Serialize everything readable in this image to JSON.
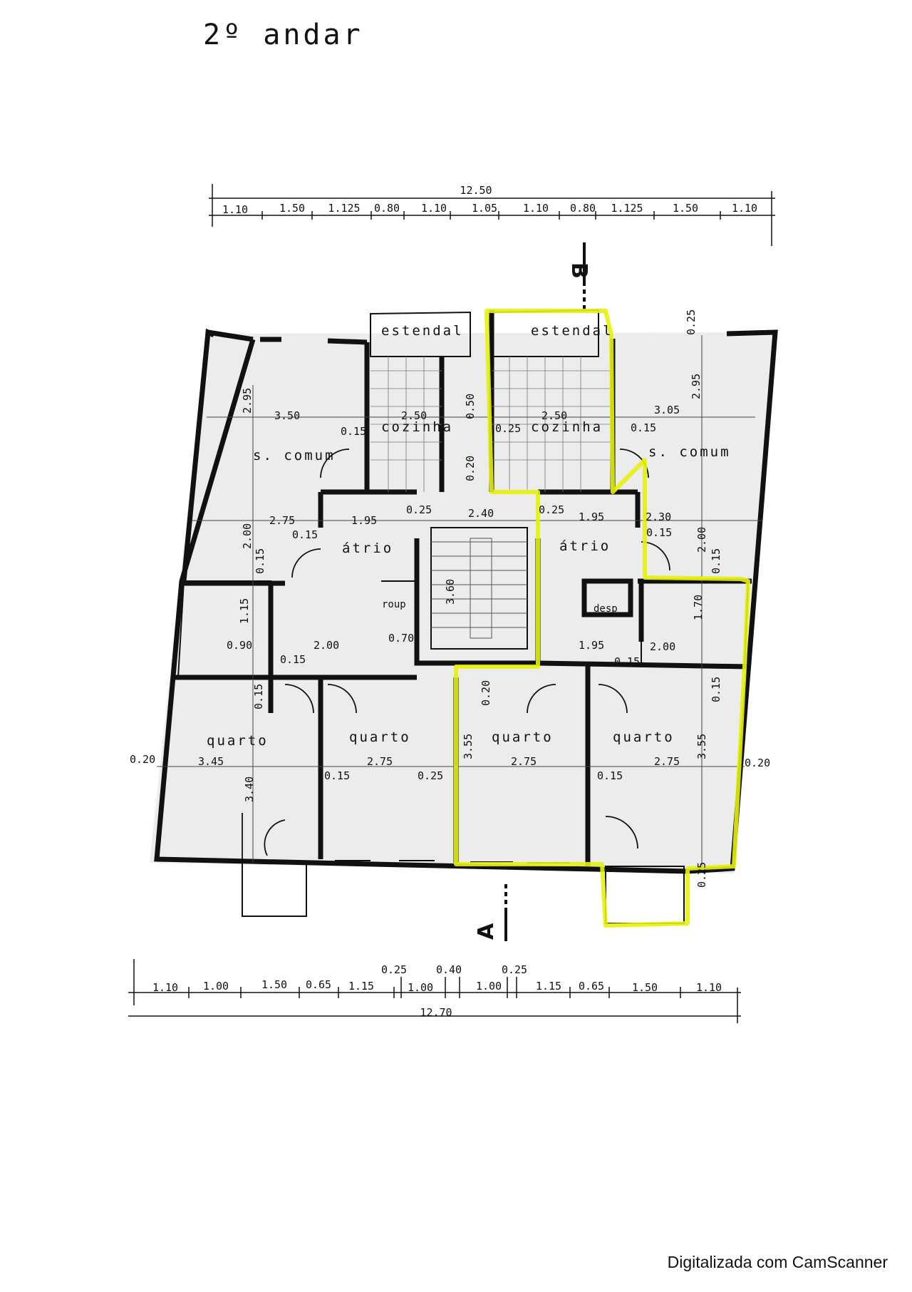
{
  "title": "2º andar",
  "top_dimensions": {
    "total": "12.50",
    "segments": [
      "1.10",
      "1.50",
      "1.125",
      "0.80",
      "1.10",
      "1.05",
      "1.10",
      "0.80",
      "1.125",
      "1.50",
      "1.10"
    ]
  },
  "bottom_dimensions": {
    "total": "12.70",
    "segments": [
      "1.10",
      "1.00",
      "1.50",
      "0.65",
      "1.15",
      "1.00",
      "1.00",
      "1.15",
      "0.65",
      "1.50",
      "1.10"
    ],
    "upper": [
      "0.25",
      "0.40",
      "0.25"
    ]
  },
  "section_labels": {
    "a": "A",
    "b": "B"
  },
  "rooms": {
    "estendal_l": "estendal",
    "estendal_r": "estendal",
    "cozinha_l": "cozinha",
    "cozinha_r": "cozinha",
    "scomum_l": "s. comum",
    "scomum_r": "s. comum",
    "atrio_l": "átrio",
    "atrio_r": "átrio",
    "roup": "roup",
    "desp": "desp",
    "quarto_1": "quarto",
    "quarto_2": "quarto",
    "quarto_3": "quarto",
    "quarto_4": "quarto"
  },
  "room_dims": {
    "d295l": "2.95",
    "d350": "3.50",
    "d015a": "0.15",
    "d250l": "2.50",
    "d050": "0.50",
    "d020v": "0.20",
    "d250r": "2.50",
    "d025k": "0.25",
    "d305": "3.05",
    "d295r": "2.95",
    "d015b": "0.15",
    "d025t": "0.25",
    "d275a": "2.75",
    "d015c": "0.15",
    "d195a": "1.95",
    "d025a": "0.25",
    "d240": "2.40",
    "d025b": "0.25",
    "d195b": "1.95",
    "d230": "2.30",
    "d015d": "0.15",
    "d200a": "2.00",
    "d200b": "2.00",
    "d015e": "0.15",
    "d015f": "0.15",
    "d360": "3.60",
    "d115": "1.15",
    "d090": "0.90",
    "d200c": "2.00",
    "d070": "0.70",
    "d015g": "0.15",
    "d195c": "1.95",
    "d015h": "0.15",
    "d170": "1.70",
    "d200d": "2.00",
    "d015i": "0.15",
    "d020c": "0.20",
    "d015j": "0.15",
    "d020l": "0.20",
    "d345": "3.45",
    "d340": "3.40",
    "d015k": "0.15",
    "d275b": "2.75",
    "d025c": "0.25",
    "d355a": "3.55",
    "d275c": "2.75",
    "d015l": "0.15",
    "d275d": "2.75",
    "d355b": "3.55",
    "d020r": "0.20",
    "d025d": "0.25"
  },
  "colors": {
    "highlight": "#e8f20a",
    "ink": "#111111"
  },
  "footer": "Digitalizada com CamScanner"
}
